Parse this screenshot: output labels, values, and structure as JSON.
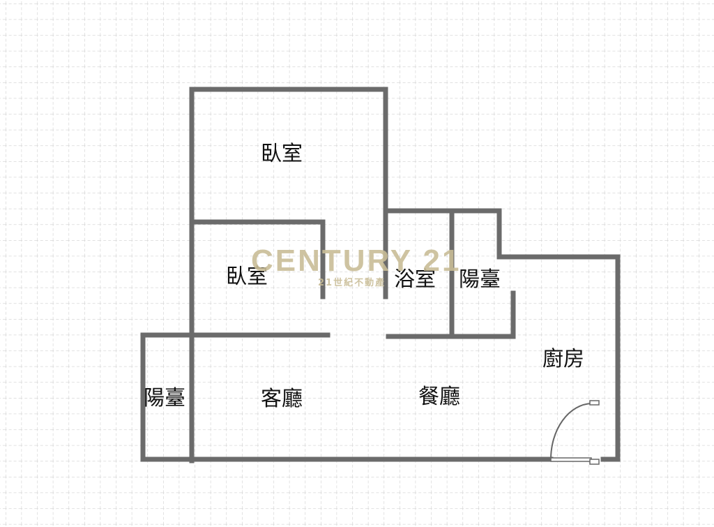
{
  "floorplan": {
    "rooms": [
      {
        "id": "bedroom-1",
        "label": "臥室"
      },
      {
        "id": "bedroom-2",
        "label": "臥室"
      },
      {
        "id": "bathroom",
        "label": "浴室"
      },
      {
        "id": "balcony-right",
        "label": "陽臺"
      },
      {
        "id": "kitchen",
        "label": "廚房"
      },
      {
        "id": "balcony-left",
        "label": "陽臺"
      },
      {
        "id": "living-room",
        "label": "客廳"
      },
      {
        "id": "dining-room",
        "label": "餐廳"
      }
    ],
    "colors": {
      "wall": "#6b6b6b",
      "grid": "#cfcfcf",
      "watermark": "#c9bd97"
    }
  },
  "watermark": {
    "brand": "CENTURY 21",
    "tagline": "21世紀不動產"
  }
}
